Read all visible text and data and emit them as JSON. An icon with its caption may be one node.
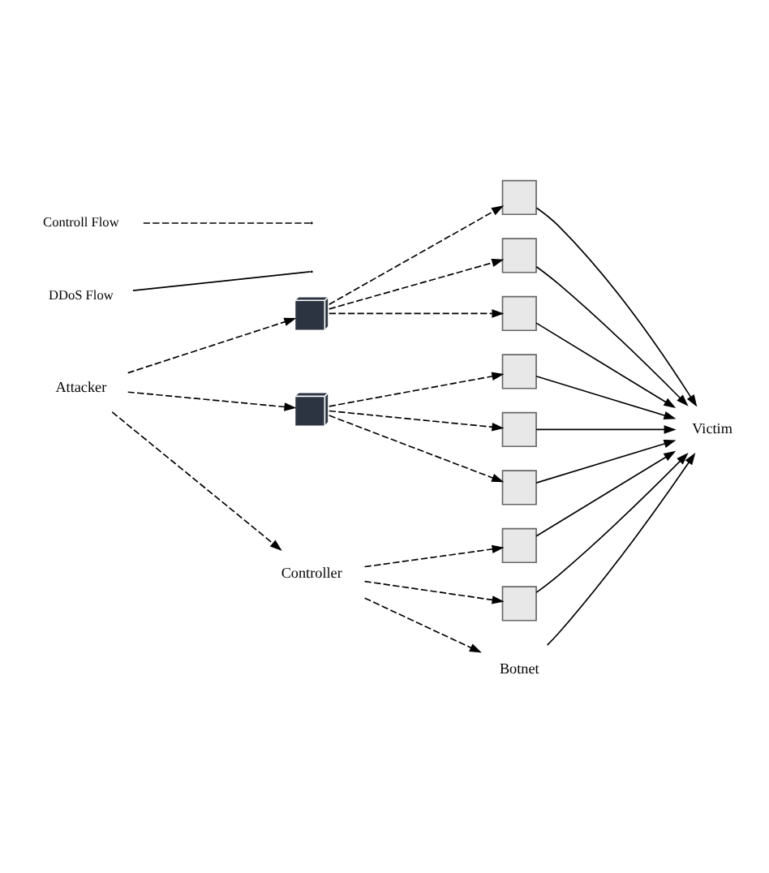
{
  "diagram": {
    "nodes": [
      {
        "text": [
          "Attacker"
        ]
      },
      {
        "text": [],
        "shape": "server"
      },
      {
        "text": [],
        "shape": "server"
      },
      {
        "text": [
          "Controller"
        ]
      },
      {
        "text": [],
        "shape": "computer"
      },
      {
        "text": [],
        "shape": "computer"
      },
      {
        "text": [],
        "shape": "computer"
      },
      {
        "text": [],
        "shape": "computer"
      },
      {
        "text": [],
        "shape": "computer"
      },
      {
        "text": [],
        "shape": "computer"
      },
      {
        "text": [],
        "shape": "computer"
      },
      {
        "text": [],
        "shape": "computer"
      },
      {
        "text": [
          "Botnet"
        ]
      },
      {
        "text": [
          "Victim"
        ]
      }
    ],
    "edges": [
      {
        "from": 0,
        "to": 1,
        "arrow": "to",
        "style": "dashed"
      },
      {
        "from": 0,
        "to": 2,
        "arrow": "to",
        "style": "dashed"
      },
      {
        "from": 0,
        "to": 3,
        "arrow": "to",
        "style": "dashed"
      },
      {
        "from": 1,
        "to": 4,
        "arrow": "to",
        "style": "dashed"
      },
      {
        "from": 1,
        "to": 5,
        "arrow": "to",
        "style": "dashed"
      },
      {
        "from": 1,
        "to": 6,
        "arrow": "to",
        "style": "dashed"
      },
      {
        "from": 2,
        "to": 7,
        "arrow": "to",
        "style": "dashed"
      },
      {
        "from": 2,
        "to": 8,
        "arrow": "to",
        "style": "dashed"
      },
      {
        "from": 2,
        "to": 9,
        "arrow": "to",
        "style": "dashed"
      },
      {
        "from": 3,
        "to": 10,
        "arrow": "to",
        "style": "dashed"
      },
      {
        "from": 3,
        "to": 11,
        "arrow": "to",
        "style": "dashed"
      },
      {
        "from": 3,
        "to": 12,
        "arrow": "to",
        "style": "dashed"
      },
      {
        "from": 4,
        "to": 13,
        "arrow": "to"
      },
      {
        "from": 5,
        "to": 13,
        "arrow": "to"
      },
      {
        "from": 6,
        "to": 13,
        "arrow": "to"
      },
      {
        "from": 7,
        "to": 13,
        "arrow": "to"
      },
      {
        "from": 8,
        "to": 13,
        "arrow": "to"
      },
      {
        "from": 9,
        "to": 13,
        "arrow": "to"
      },
      {
        "from": 10,
        "to": 13,
        "arrow": "to"
      },
      {
        "from": 11,
        "to": 13,
        "arrow": "to"
      },
      {
        "from": 12,
        "to": 13,
        "arrow": "to"
      }
    ],
    "legend": [
      {
        "text": "Controll Flow"
      },
      {
        "text": "DDoS Flow"
      }
    ]
  }
}
